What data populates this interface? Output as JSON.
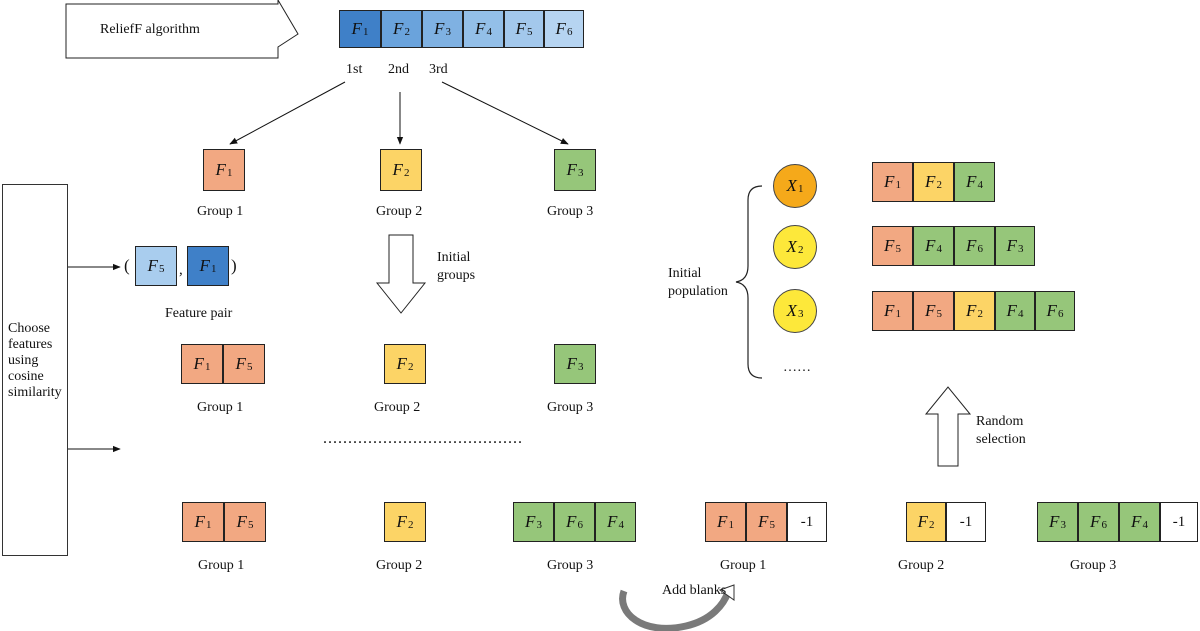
{
  "relief_label": "ReliefF algorithm",
  "ranking": {
    "features": [
      "1",
      "2",
      "3",
      "4",
      "5",
      "6"
    ],
    "ordinals": [
      "1st",
      "2nd",
      "3rd"
    ]
  },
  "side_label": [
    "Choose",
    "features",
    "using",
    "cosine",
    "similarity"
  ],
  "feature_pair": {
    "left": "5",
    "right": "1",
    "caption": "Feature pair"
  },
  "arrow_initial_groups": [
    "Initial",
    "groups"
  ],
  "dots_middle": "........................................",
  "initial_population_label": [
    "Initial",
    "population"
  ],
  "ellipsis_right": "……",
  "random_selection": [
    "Random",
    "selection"
  ],
  "add_blanks": "Add blanks",
  "blank_value": "-1",
  "group_labels": [
    "Group 1",
    "Group 2",
    "Group 3"
  ],
  "individuals": [
    {
      "name": "X",
      "sub": "1",
      "genes": [
        "1",
        "2",
        "4"
      ]
    },
    {
      "name": "X",
      "sub": "2",
      "genes": [
        "5",
        "4",
        "6",
        "3"
      ]
    },
    {
      "name": "X",
      "sub": "3",
      "genes": [
        "1",
        "5",
        "2",
        "4",
        "6"
      ]
    }
  ],
  "colors": {
    "group1": "#f2a882",
    "group2": "#fcd466",
    "group3": "#96c67a",
    "rank_dark": "#3f80c8",
    "rank_light": "#a9cdee",
    "x1_circle": "#f5a91a",
    "x_circle": "#fde83a"
  }
}
